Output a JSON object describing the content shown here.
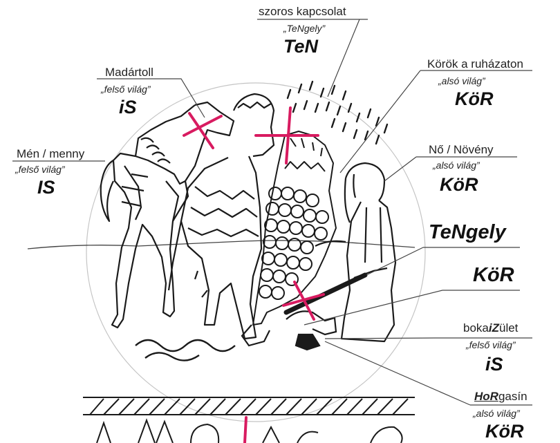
{
  "labels": {
    "top": {
      "name": "szoros kapcsolat",
      "sub": "„TeNgely”",
      "code": "TeN"
    },
    "bird": {
      "name": "Madártoll",
      "sub": "„felső világ”",
      "code": "iS"
    },
    "horse": {
      "name": "Mén / menny",
      "sub": "„felső világ”",
      "code": "IS"
    },
    "clothes": {
      "name": "Körök a ruházaton",
      "sub": "„alsó világ”",
      "code": "KöR"
    },
    "woman": {
      "name": "Nő / Növény",
      "sub": "„alsó világ”",
      "code": "KöR"
    },
    "axis": {
      "code": "TeNgely"
    },
    "circle": {
      "code": "KöR"
    },
    "ankle": {
      "name_pre": "boka",
      "name_bold": "iZ",
      "name_post": "ület",
      "sub": "„felső világ”",
      "code": "iS"
    },
    "shackle": {
      "name_bold": "HoR",
      "name_post": "gasín",
      "sub": "„alsó világ”",
      "code": "KöR"
    }
  },
  "colors": {
    "cross": "#d81b60",
    "ink": "#1a1a1a",
    "circle": "#b8b8b8"
  }
}
